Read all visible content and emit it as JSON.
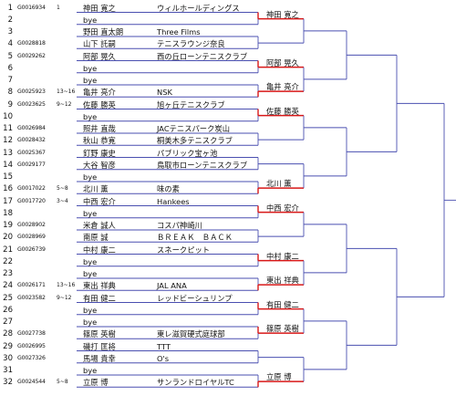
{
  "bracket": {
    "entries": [
      {
        "num": "1",
        "code": "G0016934",
        "seed": "1",
        "name": "神田 寛之",
        "club": "ウィルホールディングス"
      },
      {
        "num": "2",
        "code": "",
        "seed": "",
        "name": "bye",
        "club": ""
      },
      {
        "num": "3",
        "code": "",
        "seed": "",
        "name": "野田 直太朗",
        "club": "Three Films"
      },
      {
        "num": "4",
        "code": "G0028818",
        "seed": "",
        "name": "山下 託嗣",
        "club": "テニスラウンジ奈良"
      },
      {
        "num": "5",
        "code": "G0029262",
        "seed": "",
        "name": "阿部 晃久",
        "club": "西の丘ローンテニスクラブ"
      },
      {
        "num": "6",
        "code": "",
        "seed": "",
        "name": "bye",
        "club": ""
      },
      {
        "num": "7",
        "code": "",
        "seed": "",
        "name": "bye",
        "club": ""
      },
      {
        "num": "8",
        "code": "G0025923",
        "seed": "13~16",
        "name": "亀井 亮介",
        "club": "NSK"
      },
      {
        "num": "9",
        "code": "G0023625",
        "seed": "9~12",
        "name": "佐藤 勝英",
        "club": "旭ヶ丘テニスクラブ"
      },
      {
        "num": "10",
        "code": "",
        "seed": "",
        "name": "bye",
        "club": ""
      },
      {
        "num": "11",
        "code": "G0026984",
        "seed": "",
        "name": "照井 直哉",
        "club": "JACテニスパーク炭山"
      },
      {
        "num": "12",
        "code": "G0028432",
        "seed": "",
        "name": "秋山 恭寛",
        "club": "桐美木多テニスクラブ"
      },
      {
        "num": "13",
        "code": "G0025367",
        "seed": "",
        "name": "釘野 康史",
        "club": "パブリック宝ヶ池"
      },
      {
        "num": "14",
        "code": "G0029177",
        "seed": "",
        "name": "大谷 智彦",
        "club": "鳥取市ローンテニスクラブ"
      },
      {
        "num": "15",
        "code": "",
        "seed": "",
        "name": "bye",
        "club": ""
      },
      {
        "num": "16",
        "code": "G0017022",
        "seed": "5~8",
        "name": "北川 薫",
        "club": "味の素"
      },
      {
        "num": "17",
        "code": "G0017720",
        "seed": "3~4",
        "name": "中西 宏介",
        "club": "Hankees"
      },
      {
        "num": "18",
        "code": "",
        "seed": "",
        "name": "bye",
        "club": ""
      },
      {
        "num": "19",
        "code": "G0028902",
        "seed": "",
        "name": "米倉 誠人",
        "club": "コスパ神崎川"
      },
      {
        "num": "20",
        "code": "G0028969",
        "seed": "",
        "name": "南原 誠",
        "club": "ＢＲＥＡＫ　ＢＡＣＫ"
      },
      {
        "num": "21",
        "code": "G0026739",
        "seed": "",
        "name": "中村 康二",
        "club": "スネークピット"
      },
      {
        "num": "22",
        "code": "",
        "seed": "",
        "name": "bye",
        "club": ""
      },
      {
        "num": "23",
        "code": "",
        "seed": "",
        "name": "bye",
        "club": ""
      },
      {
        "num": "24",
        "code": "G0026171",
        "seed": "13~16",
        "name": "東出 祥典",
        "club": "JAL ANA"
      },
      {
        "num": "25",
        "code": "G0023582",
        "seed": "9~12",
        "name": "有田 健二",
        "club": "レッドビーシュリンプ"
      },
      {
        "num": "26",
        "code": "",
        "seed": "",
        "name": "bye",
        "club": ""
      },
      {
        "num": "27",
        "code": "",
        "seed": "",
        "name": "bye",
        "club": ""
      },
      {
        "num": "28",
        "code": "G0027738",
        "seed": "",
        "name": "篠原 英樹",
        "club": "東レ滋賀硬式庭球部"
      },
      {
        "num": "29",
        "code": "G0026995",
        "seed": "",
        "name": "磯打 匡将",
        "club": "TTT"
      },
      {
        "num": "30",
        "code": "G0027326",
        "seed": "",
        "name": "馬場 貴幸",
        "club": "O's"
      },
      {
        "num": "31",
        "code": "",
        "seed": "",
        "name": "bye",
        "club": ""
      },
      {
        "num": "32",
        "code": "G0024544",
        "seed": "5~8",
        "name": "立原 博",
        "club": "サンランドロイヤルTC"
      }
    ],
    "round1_winners": [
      {
        "pair": 1,
        "name": "神田 寛之"
      },
      {
        "pair": 3,
        "name": "阿部 晃久"
      },
      {
        "pair": 4,
        "name": "亀井 亮介"
      },
      {
        "pair": 5,
        "name": "佐藤 勝英"
      },
      {
        "pair": 8,
        "name": "北川 薫"
      },
      {
        "pair": 9,
        "name": "中西 宏介"
      },
      {
        "pair": 11,
        "name": "中村 康二"
      },
      {
        "pair": 12,
        "name": "東出 祥典"
      },
      {
        "pair": 13,
        "name": "有田 健二"
      },
      {
        "pair": 14,
        "name": "篠原 英樹"
      },
      {
        "pair": 16,
        "name": "立原 博"
      }
    ],
    "colors": {
      "line": "#4a4fb0",
      "win": "#d81818",
      "text": "#111111"
    }
  }
}
